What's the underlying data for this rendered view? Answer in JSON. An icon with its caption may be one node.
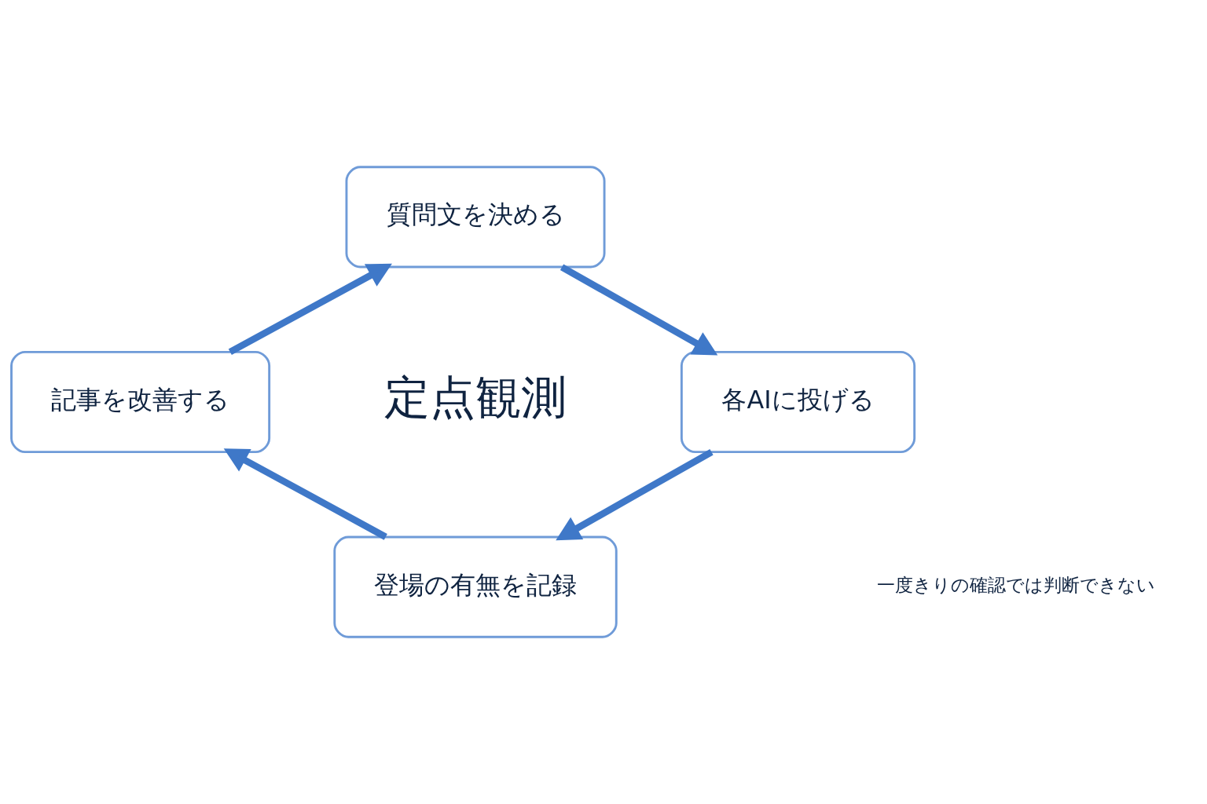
{
  "diagram": {
    "nodes": [
      {
        "text": [
          "質問文を決める"
        ]
      },
      {
        "text": [
          "各AIに投げる"
        ]
      },
      {
        "text": [
          "登場の有無を記録"
        ]
      },
      {
        "text": [
          "記事を改善する"
        ]
      }
    ],
    "edges": [
      {
        "from": 0,
        "to": 1,
        "arrow": "to"
      },
      {
        "from": 1,
        "to": 2,
        "arrow": "to"
      },
      {
        "from": 2,
        "to": 3,
        "arrow": "to"
      },
      {
        "from": 3,
        "to": 0,
        "arrow": "to"
      }
    ],
    "labels": [
      "定点観測",
      "一度きりの確認では判断できない"
    ]
  }
}
